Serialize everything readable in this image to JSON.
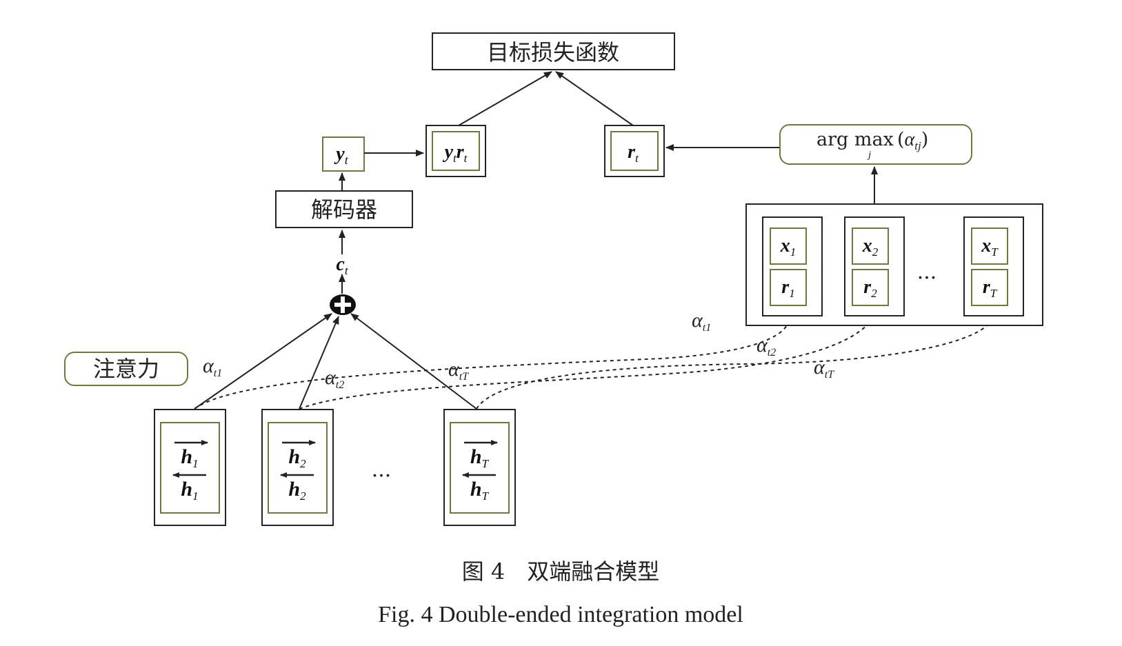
{
  "top": {
    "label": "目标损失函数"
  },
  "decoder": {
    "label": "解码器"
  },
  "attention": {
    "label": "注意力"
  },
  "argmax": {
    "text": "arg max",
    "sub": "j",
    "paren_open": "(",
    "alpha": "α",
    "alpha_sub": "tj",
    "paren_close": ")"
  },
  "outputs": {
    "y": {
      "main": "y",
      "sub": "t"
    },
    "yr": {
      "y": "y",
      "y_sub": "t",
      "r": "r",
      "r_sub": "t"
    },
    "r": {
      "main": "r",
      "sub": "t"
    }
  },
  "context": {
    "main": "c",
    "sub": "t"
  },
  "memory": [
    {
      "x": "x",
      "x_sub": "1",
      "r": "r",
      "r_sub": "1"
    },
    {
      "x": "x",
      "x_sub": "2",
      "r": "r",
      "r_sub": "2"
    },
    {
      "x": "x",
      "x_sub": "T",
      "r": "r",
      "r_sub": "T"
    }
  ],
  "memory_ellipsis": "···",
  "encoder": [
    {
      "h": "h",
      "sub": "1"
    },
    {
      "h": "h",
      "sub": "2"
    },
    {
      "h": "h",
      "sub": "T"
    }
  ],
  "encoder_ellipsis": "···",
  "alphas": {
    "a1_left": {
      "a": "α",
      "sub": "t1"
    },
    "a2_left": {
      "a": "α",
      "sub": "t2"
    },
    "aT_left": {
      "a": "α",
      "sub": "tT"
    },
    "a1_right": {
      "a": "α",
      "sub": "t1"
    },
    "a2_right": {
      "a": "α",
      "sub": "t2"
    },
    "aT_right": {
      "a": "α",
      "sub": "tT"
    }
  },
  "caption": {
    "zh": "图 4　双端融合模型",
    "en": "Fig. 4   Double-ended integration model"
  },
  "colors": {
    "green": "#6b7a3a",
    "line": "#222222"
  }
}
